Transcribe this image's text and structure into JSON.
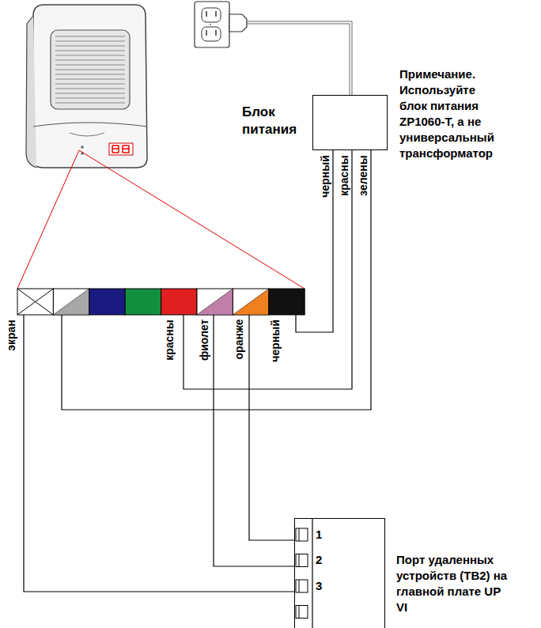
{
  "diagram": {
    "nodes": [
      {
        "text": [
          "Блок питания"
        ]
      },
      {
        "text": [
          "Порт удаленных устройств (TB2) на главной плате UP VI"
        ]
      }
    ],
    "labels": [
      "Примечание. Используйте блок питания ZP1060-T, а не универсальный трансформатор",
      "черный",
      "красны",
      "зелены",
      "экран",
      "красны",
      "фиолет",
      "оранже",
      "черный",
      "1",
      "2",
      "3"
    ]
  }
}
